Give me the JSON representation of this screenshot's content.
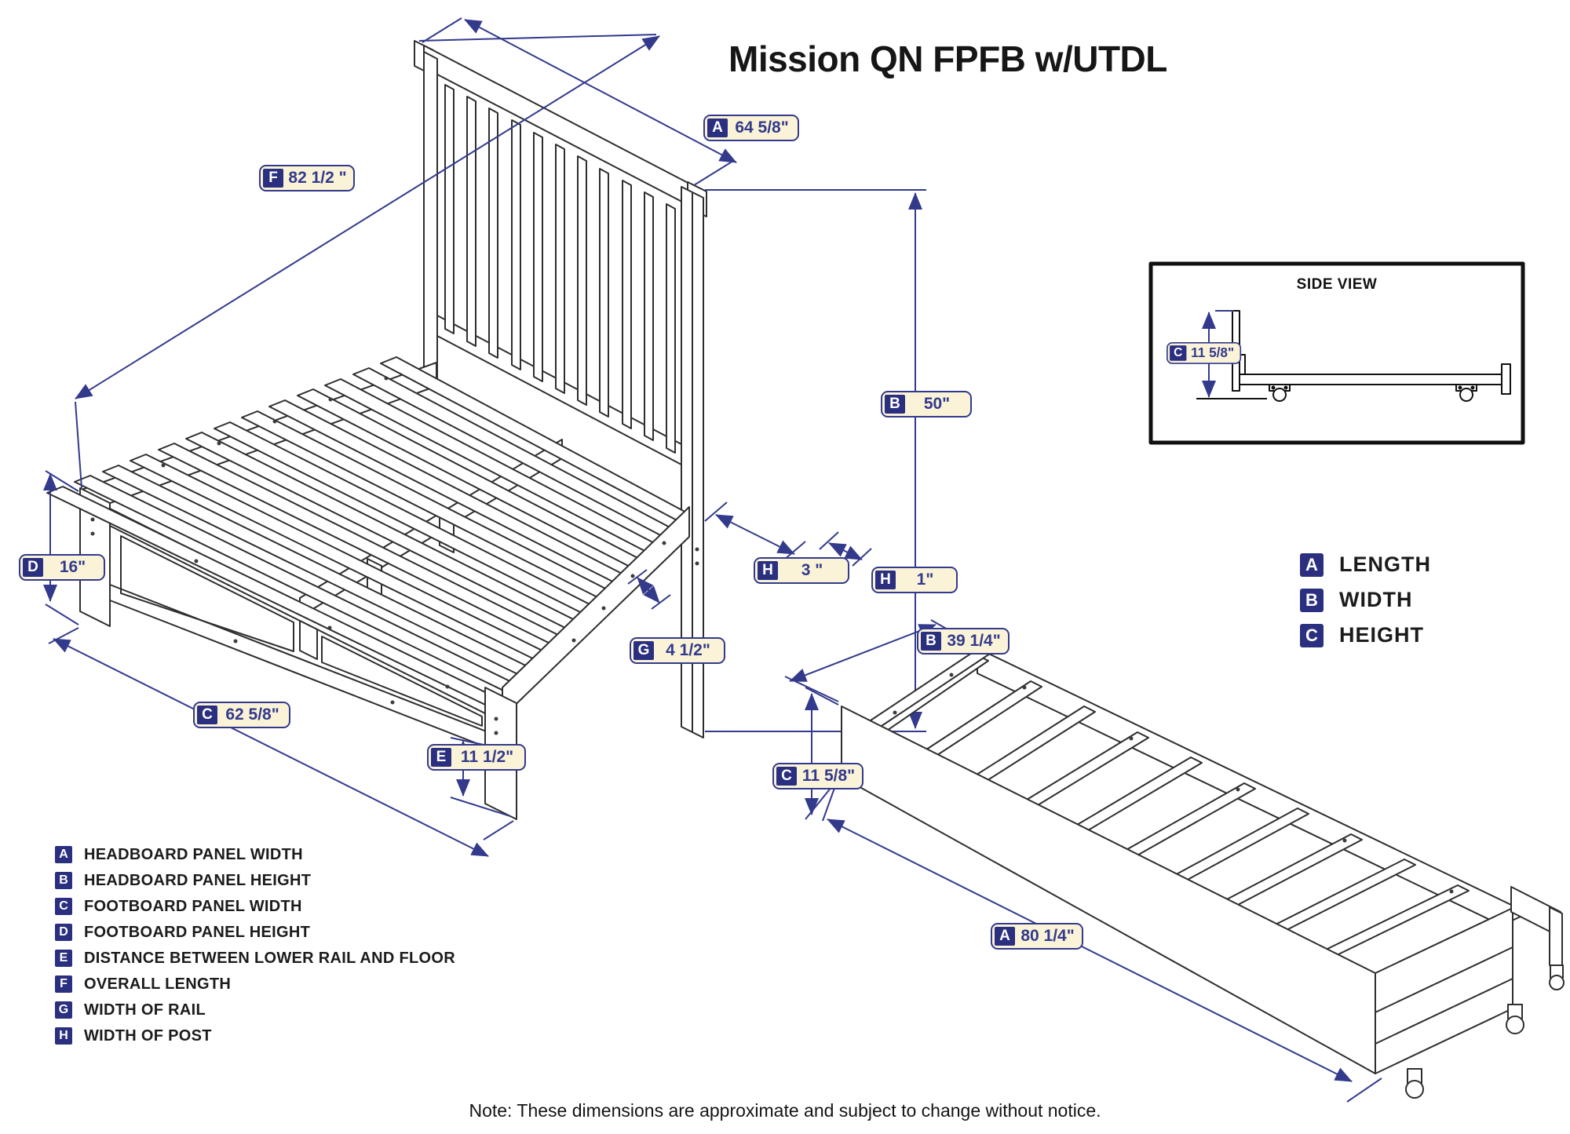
{
  "title": "Mission QN FPFB w/UTDL",
  "side_view": {
    "title": "SIDE VIEW"
  },
  "badges": {
    "f": {
      "letter": "F",
      "value": "82 1/2 \""
    },
    "a_main": {
      "letter": "A",
      "value": "64 5/8\""
    },
    "b_main": {
      "letter": "B",
      "value": "50\""
    },
    "d": {
      "letter": "D",
      "value": "16\""
    },
    "h_post": {
      "letter": "H",
      "value": "3 \""
    },
    "h_post_small": {
      "letter": "H",
      "value": "1\""
    },
    "g": {
      "letter": "G",
      "value": "4 1/2\""
    },
    "e": {
      "letter": "E",
      "value": "11 1/2\""
    },
    "c_main": {
      "letter": "C",
      "value": "62 5/8\""
    },
    "c_side_view": {
      "letter": "C",
      "value": "11 5/8\""
    },
    "b_trundle": {
      "letter": "B",
      "value": "39 1/4\""
    },
    "c_trundle": {
      "letter": "C",
      "value": "11 5/8\""
    },
    "a_trundle": {
      "letter": "A",
      "value": "80 1/4\""
    }
  },
  "legend_axes": [
    {
      "letter": "A",
      "label": "LENGTH"
    },
    {
      "letter": "B",
      "label": "WIDTH"
    },
    {
      "letter": "C",
      "label": "HEIGHT"
    }
  ],
  "legend_dims": [
    {
      "letter": "A",
      "label": "HEADBOARD PANEL WIDTH"
    },
    {
      "letter": "B",
      "label": "HEADBOARD PANEL HEIGHT"
    },
    {
      "letter": "C",
      "label": "FOOTBOARD PANEL WIDTH"
    },
    {
      "letter": "D",
      "label": "FOOTBOARD PANEL HEIGHT"
    },
    {
      "letter": "E",
      "label": "DISTANCE BETWEEN LOWER RAIL AND FLOOR"
    },
    {
      "letter": "F",
      "label": "OVERALL LENGTH"
    },
    {
      "letter": "G",
      "label": "WIDTH OF RAIL"
    },
    {
      "letter": "H",
      "label": "WIDTH OF POST"
    }
  ],
  "note": "Note:  These dimensions are approximate and subject to change without notice.",
  "colors": {
    "dimension_navy": "#333a8c",
    "badge_fill": "#faf3d8",
    "badge_letter_bg": "#2b2f80",
    "drawing_line": "#2e2e2e",
    "text_black": "#1a1a1a"
  }
}
